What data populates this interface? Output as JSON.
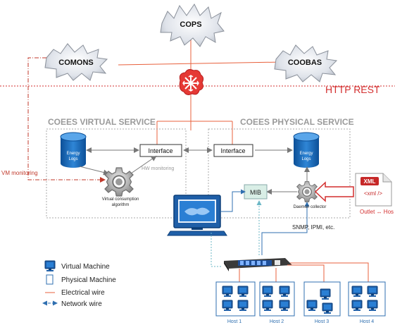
{
  "clouds": {
    "cops": "COPS",
    "comons": "COMONS",
    "coobas": "COOBAS"
  },
  "http_rest": "HTTP REST",
  "services": {
    "virtual": "COEES VIRTUAL SERVICE",
    "physical": "COEES PHYSICAL SERVICE"
  },
  "energy_logs": {
    "line1": "Energy",
    "line2": "Logs"
  },
  "interface_label": "Interface",
  "hw_monitoring": "HW monitoring",
  "vm_monitoring": "VM monitoring",
  "virtual_algorithm": {
    "line1": "Virtual consumption",
    "line2": "algorithm"
  },
  "mib": "MIB",
  "daemon_collector": "Daemon collector",
  "xml": {
    "badge": "XML",
    "tag": "<xml />",
    "caption": "Outlet ↔ Hos"
  },
  "snmp": "SNMP, IPMI, etc.",
  "hosts": [
    "Host 1",
    "Host 2",
    "Host 3",
    "Host 4"
  ],
  "legend": {
    "virtual_machine": "Virtual Machine",
    "physical_machine": "Physical Machine",
    "electrical_wire": "Electrical wire",
    "network_wire": "Network wire"
  },
  "colors": {
    "electrical": "#e8603c",
    "network": "#2f6fb0",
    "db_blue": "#1565b5",
    "vm_blue": "#1f5fa8",
    "http_red": "#d32f2f"
  }
}
